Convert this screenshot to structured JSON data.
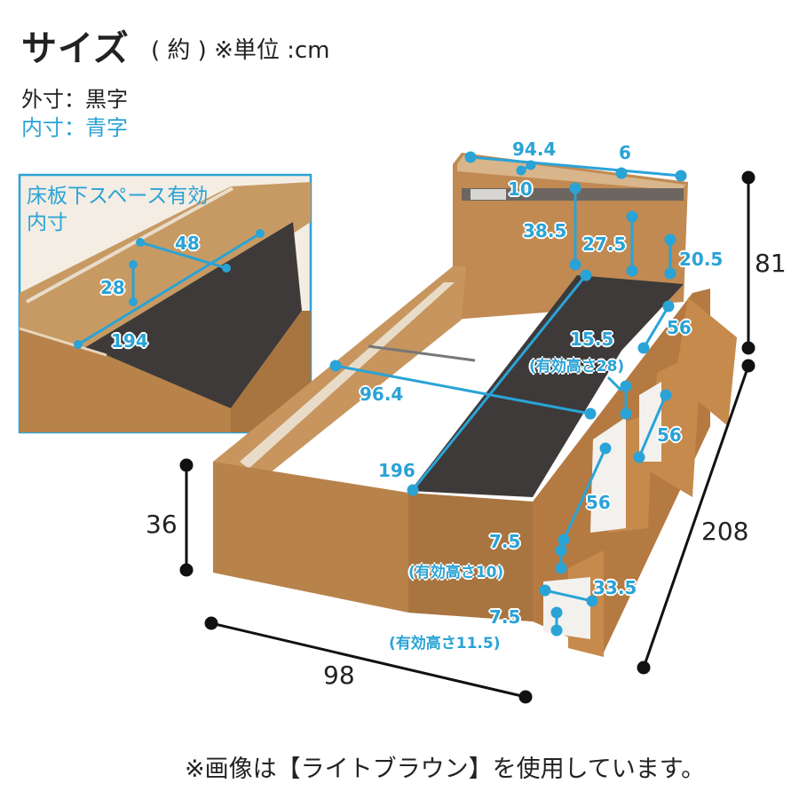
{
  "header": {
    "title": "サイズ",
    "subtitle": "( 約 ) ※単位 :cm",
    "legend_outer": "外寸：黒字",
    "legend_inner": "内寸：青字"
  },
  "inset": {
    "title": "床板下スペース有効内寸",
    "dims": {
      "width": "48",
      "height": "28",
      "length": "194"
    }
  },
  "outer_dims": {
    "height_total": "81",
    "height_frame": "36",
    "width": "98",
    "length": "208"
  },
  "inner_dims": {
    "headboard_width": "94.4",
    "headboard_depth": "6",
    "headboard_gap": "10",
    "headboard_h1": "38.5",
    "headboard_h2": "27.5",
    "headboard_h3": "20.5",
    "mattress_width": "96.4",
    "mattress_length": "196",
    "drawer_height_a": "15.5",
    "drawer_height_a_note": "(有効高さ28)",
    "drawer_depth_1": "56",
    "drawer_depth_2": "56",
    "drawer_depth_3": "56",
    "drawer_height_b": "7.5",
    "drawer_height_b_note": "(有効高さ10)",
    "drawer_width": "33.5",
    "drawer_height_c": "7.5",
    "drawer_height_c_note": "(有効高さ11.5)"
  },
  "footnote": "※画像は【ライトブラウン】を使用しています。",
  "colors": {
    "accent": "#2aa3d6",
    "wood": "#b8824b",
    "wood_dark": "#8e5f32",
    "board": "#3d3a39"
  }
}
